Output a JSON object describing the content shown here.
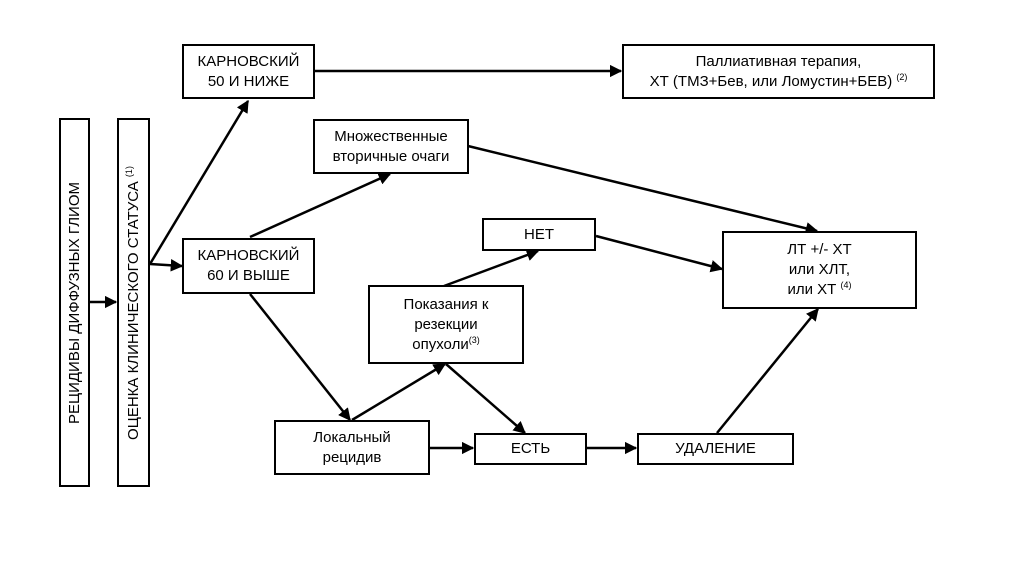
{
  "nodes": {
    "recurrence": {
      "text": "РЕЦИДИВЫ ДИФФУЗНЫХ ГЛИОМ"
    },
    "assessment": {
      "text": "ОЦЕНКА КЛИНИЧЕСКОГО СТАТУСА ",
      "sup": "(1)"
    },
    "karnofsky_low": {
      "text": "КАРНОВСКИЙ\n50 И НИЖЕ"
    },
    "karnofsky_high": {
      "text": "КАРНОВСКИЙ\n60 И ВЫШЕ"
    },
    "palliative": {
      "text": "Паллиативная терапия,\nХТ (ТМЗ+Бев, или Ломустин+БЕВ) ",
      "sup": "(2)"
    },
    "multiple_foci": {
      "text": "Множественные\nвторичные очаги"
    },
    "no": {
      "text": "НЕТ"
    },
    "resection_indications": {
      "text": "Показания к\nрезекции\nопухоли",
      "sup": "(3)"
    },
    "treatment": {
      "text": "ЛТ +/- ХТ\nили ХЛТ,\nили ХТ ",
      "sup": "(4)"
    },
    "local_recurrence": {
      "text": "Локальный\nрецидив"
    },
    "yes": {
      "text": "ЕСТЬ"
    },
    "removal": {
      "text": "УДАЛЕНИЕ"
    }
  },
  "colors": {
    "line": "#000000",
    "background": "#ffffff"
  }
}
